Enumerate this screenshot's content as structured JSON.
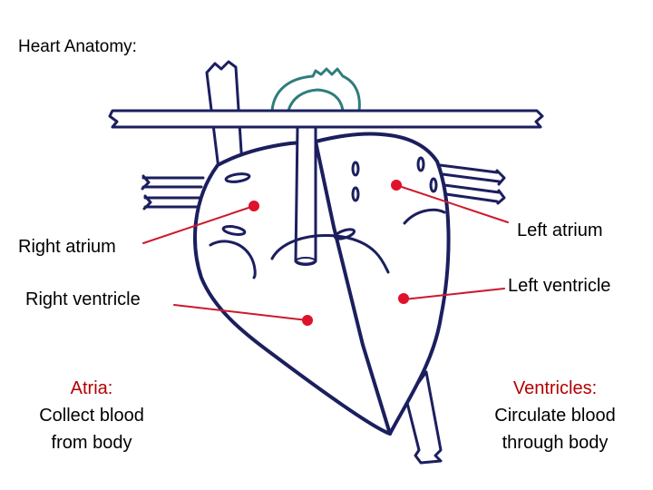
{
  "title": "Heart Anatomy:",
  "labels": {
    "right_atrium": "Right atrium",
    "right_ventricle": "Right ventricle",
    "left_atrium": "Left atrium",
    "left_ventricle": "Left ventricle"
  },
  "notes": {
    "atria_heading": "Atria:",
    "atria_line1": "Collect blood",
    "atria_line2": "from body",
    "ventricles_heading": "Ventricles:",
    "ventricles_line1": "Circulate blood",
    "ventricles_line2": "through body"
  },
  "colors": {
    "outline": "#1b1f5e",
    "vessel_outline": "#2f7d7a",
    "pointer": "#cc1a2e",
    "heading_text": "#b30000"
  }
}
